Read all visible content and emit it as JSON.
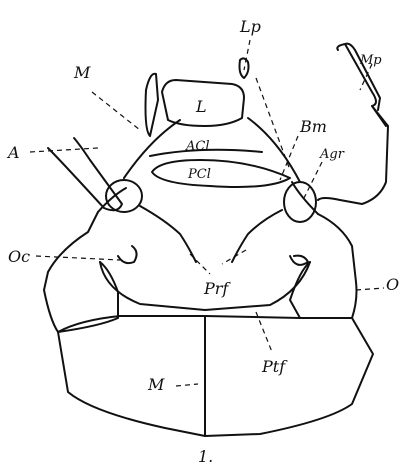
{
  "figure": {
    "labels": {
      "lp": "Lp",
      "mp": "Mp",
      "m_top": "M",
      "l": "L",
      "acl": "ACl",
      "pcl": "PCl",
      "bm": "Bm",
      "agr": "Agr",
      "a": "A",
      "oc_left": "Oc",
      "oc_right": "O",
      "prf": "Prf",
      "ptf": "Ptf",
      "m_bottom": "M"
    },
    "number": "1."
  }
}
